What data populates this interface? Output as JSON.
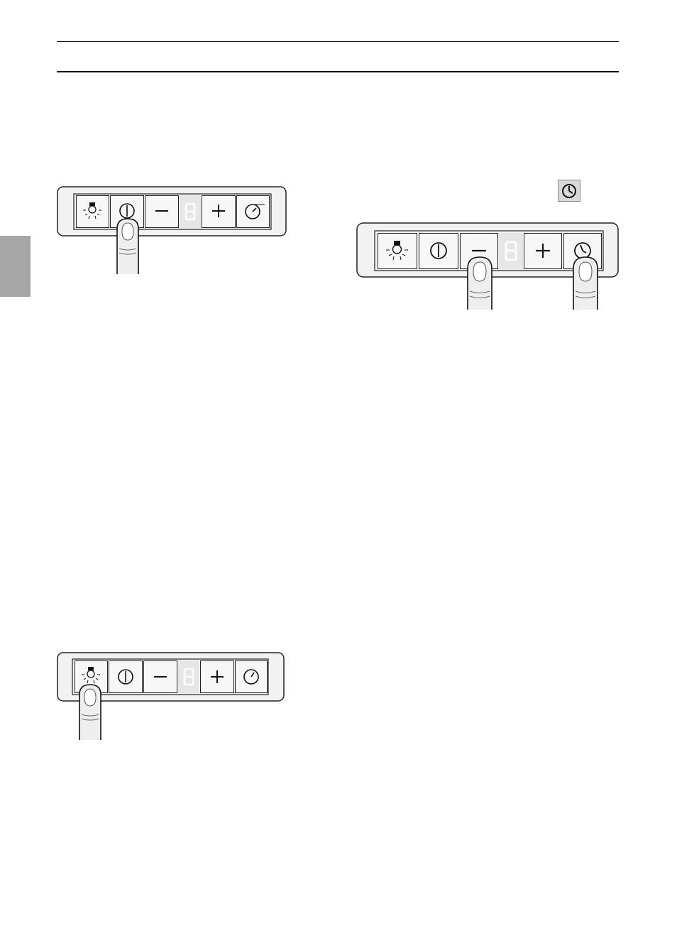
{
  "page": {
    "side_tab_color": "#a6a6a6",
    "rule_color": "#111111"
  },
  "panels": [
    {
      "id": "panel-1",
      "buttons": [
        "light-icon",
        "power-icon",
        "minus-icon",
        "display",
        "plus-icon",
        "timer-icon"
      ],
      "pressed": [
        "power-icon"
      ]
    },
    {
      "id": "panel-2",
      "buttons": [
        "light-icon",
        "power-icon",
        "minus-icon",
        "display",
        "plus-icon",
        "timer-icon"
      ],
      "pressed": [
        "minus-icon",
        "timer-icon"
      ]
    },
    {
      "id": "panel-3",
      "buttons": [
        "light-icon",
        "power-icon",
        "minus-icon",
        "display",
        "plus-icon",
        "timer-icon"
      ],
      "pressed": [
        "light-icon"
      ]
    }
  ],
  "symbols": {
    "timer_symbol": "timer-icon"
  },
  "colors": {
    "panel_fill": "#f2f2f2",
    "button_fill": "#f7f7f7",
    "display_fill": "#e8e8e8",
    "finger_fill": "#eeeeee",
    "symbol_bg": "#d8d8d8"
  }
}
